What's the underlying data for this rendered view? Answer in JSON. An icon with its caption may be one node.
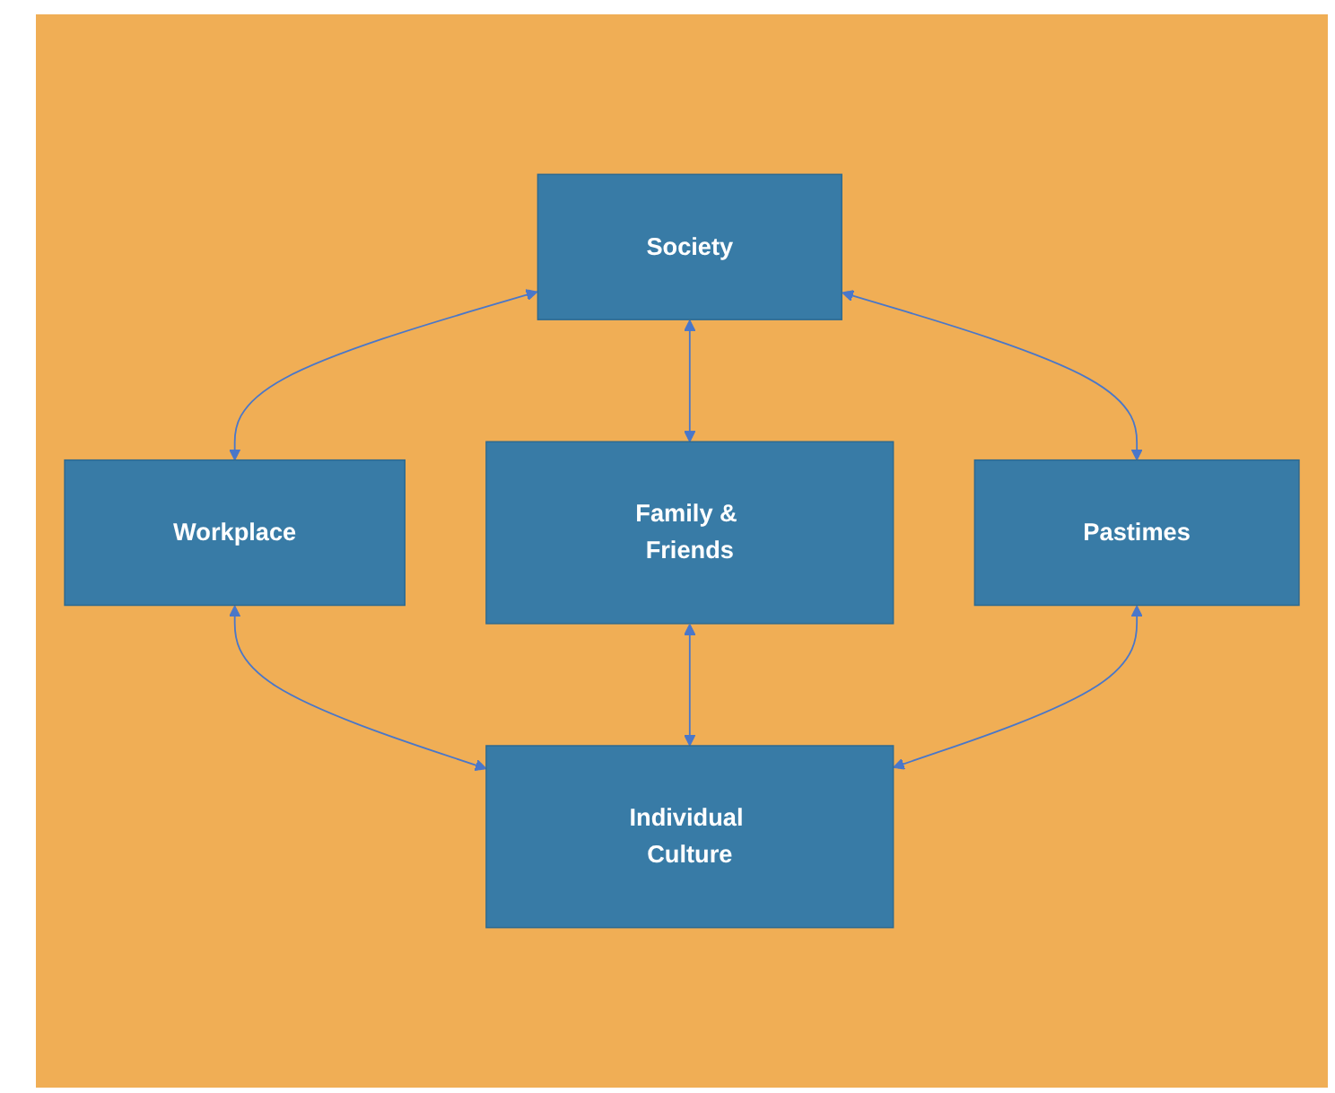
{
  "diagram": {
    "nodes": [
      {
        "text": [
          "Society"
        ]
      },
      {
        "text": [
          "Workplace"
        ]
      },
      {
        "text": [
          "Family & Friends"
        ]
      },
      {
        "text": [
          "Pastimes"
        ]
      },
      {
        "text": [
          "Individual Culture"
        ]
      }
    ],
    "edges": [
      {
        "from": 0,
        "to": 1,
        "arrow": "both"
      },
      {
        "from": 0,
        "to": 2,
        "arrow": "both"
      },
      {
        "from": 0,
        "to": 3,
        "arrow": "both"
      },
      {
        "from": 1,
        "to": 4,
        "arrow": "both"
      },
      {
        "from": 2,
        "to": 4,
        "arrow": "both"
      },
      {
        "from": 3,
        "to": 4,
        "arrow": "both"
      }
    ]
  }
}
